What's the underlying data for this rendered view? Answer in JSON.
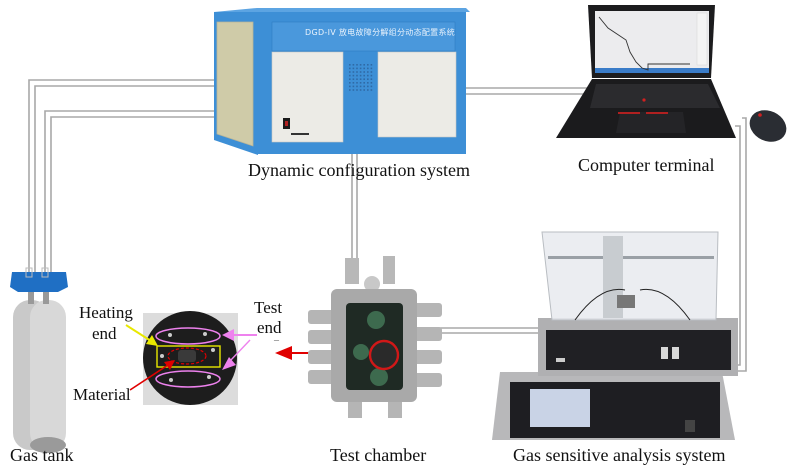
{
  "diagram": {
    "title": "Gas-sensitive test platform schematic",
    "components": {
      "dynamic_config": {
        "label": "Dynamic configuration system",
        "panel_text": "DGD-IV  放电故障分解组分动态配置系统",
        "color": "#3d8fd6"
      },
      "computer": {
        "label": "Computer terminal"
      },
      "gas_tank": {
        "label": "Gas tank",
        "cap_color": "#1f6fc4"
      },
      "test_chamber": {
        "label": "Test chamber"
      },
      "gas_analysis": {
        "label": "Gas sensitive analysis system"
      }
    },
    "annotations": {
      "heating_end": {
        "line1": "Heating",
        "line2": "end",
        "color": "#ffff00"
      },
      "test_end": {
        "line1": "Test",
        "line2": "end",
        "dash": "–",
        "color": "#ee82ee"
      },
      "material": {
        "label": "Material",
        "color": "#e00000"
      }
    },
    "connection_color": "#a0a0a0",
    "arrow_color": "#e00000"
  }
}
